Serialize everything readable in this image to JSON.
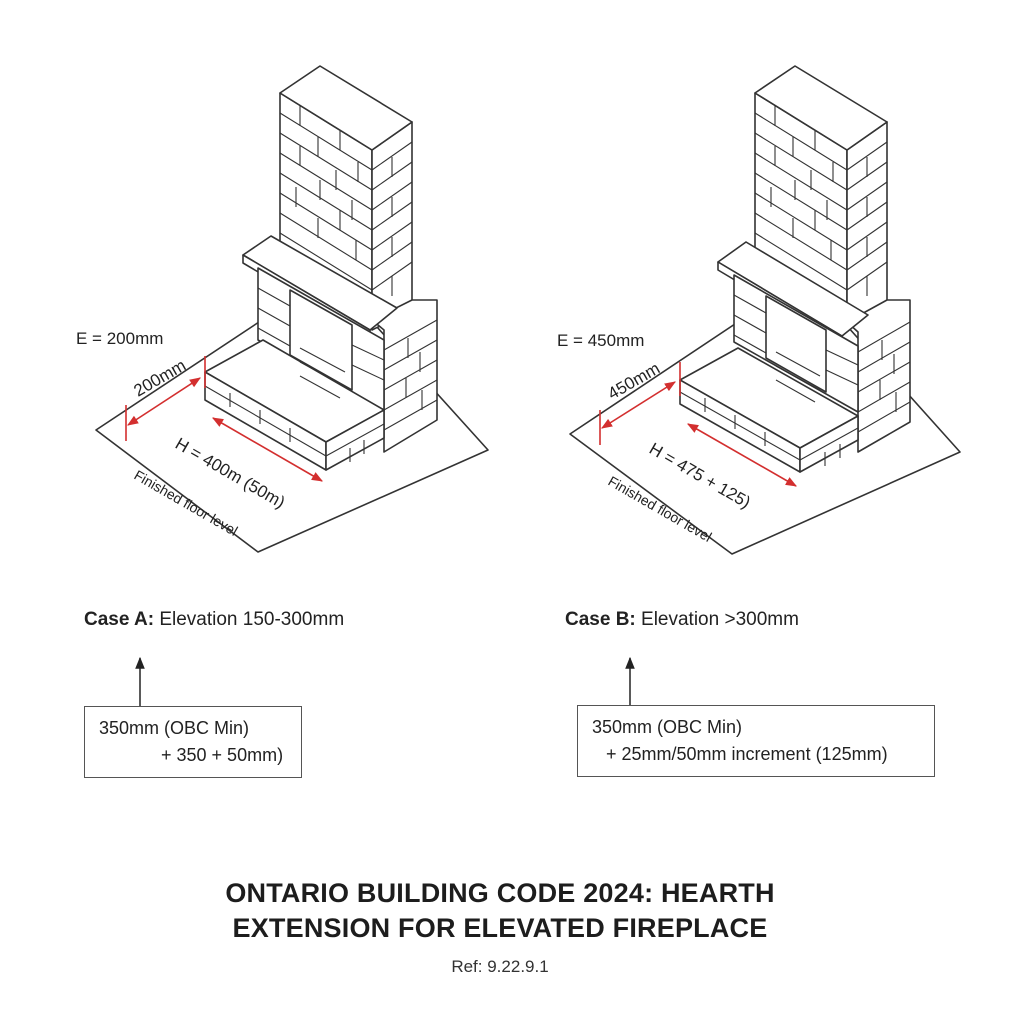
{
  "case_a": {
    "e_label": "E = 200mm",
    "dim_label": "200mm",
    "h_label": "H = 400m (50m)",
    "floor_label": "Finished floor level",
    "caption_bold": "Case A:",
    "caption_rest": " Elevation 150-300mm",
    "note_line1": "350mm (OBC Min)",
    "note_line2": "+ 350 + 50mm)"
  },
  "case_b": {
    "e_label": "E = 450mm",
    "dim_label": "450mm",
    "h_label": "H = 475  + 125)",
    "floor_label": "Finished floor level",
    "caption_bold": "Case B:",
    "caption_rest": " Elevation >300mm",
    "note_line1": "350mm (OBC Min)",
    "note_line2": "+ 25mm/50mm increment (125mm)"
  },
  "title_line1": "ONTARIO BUILDING CODE 2024: HEARTH",
  "title_line2": "EXTENSION FOR ELEVATED FIREPLACE",
  "reference": "Ref: 9.22.9.1",
  "colors": {
    "dimension": "#d32f2f",
    "line": "#333333"
  },
  "icons": [
    "fireplace-illustration",
    "arrow-up-icon"
  ]
}
